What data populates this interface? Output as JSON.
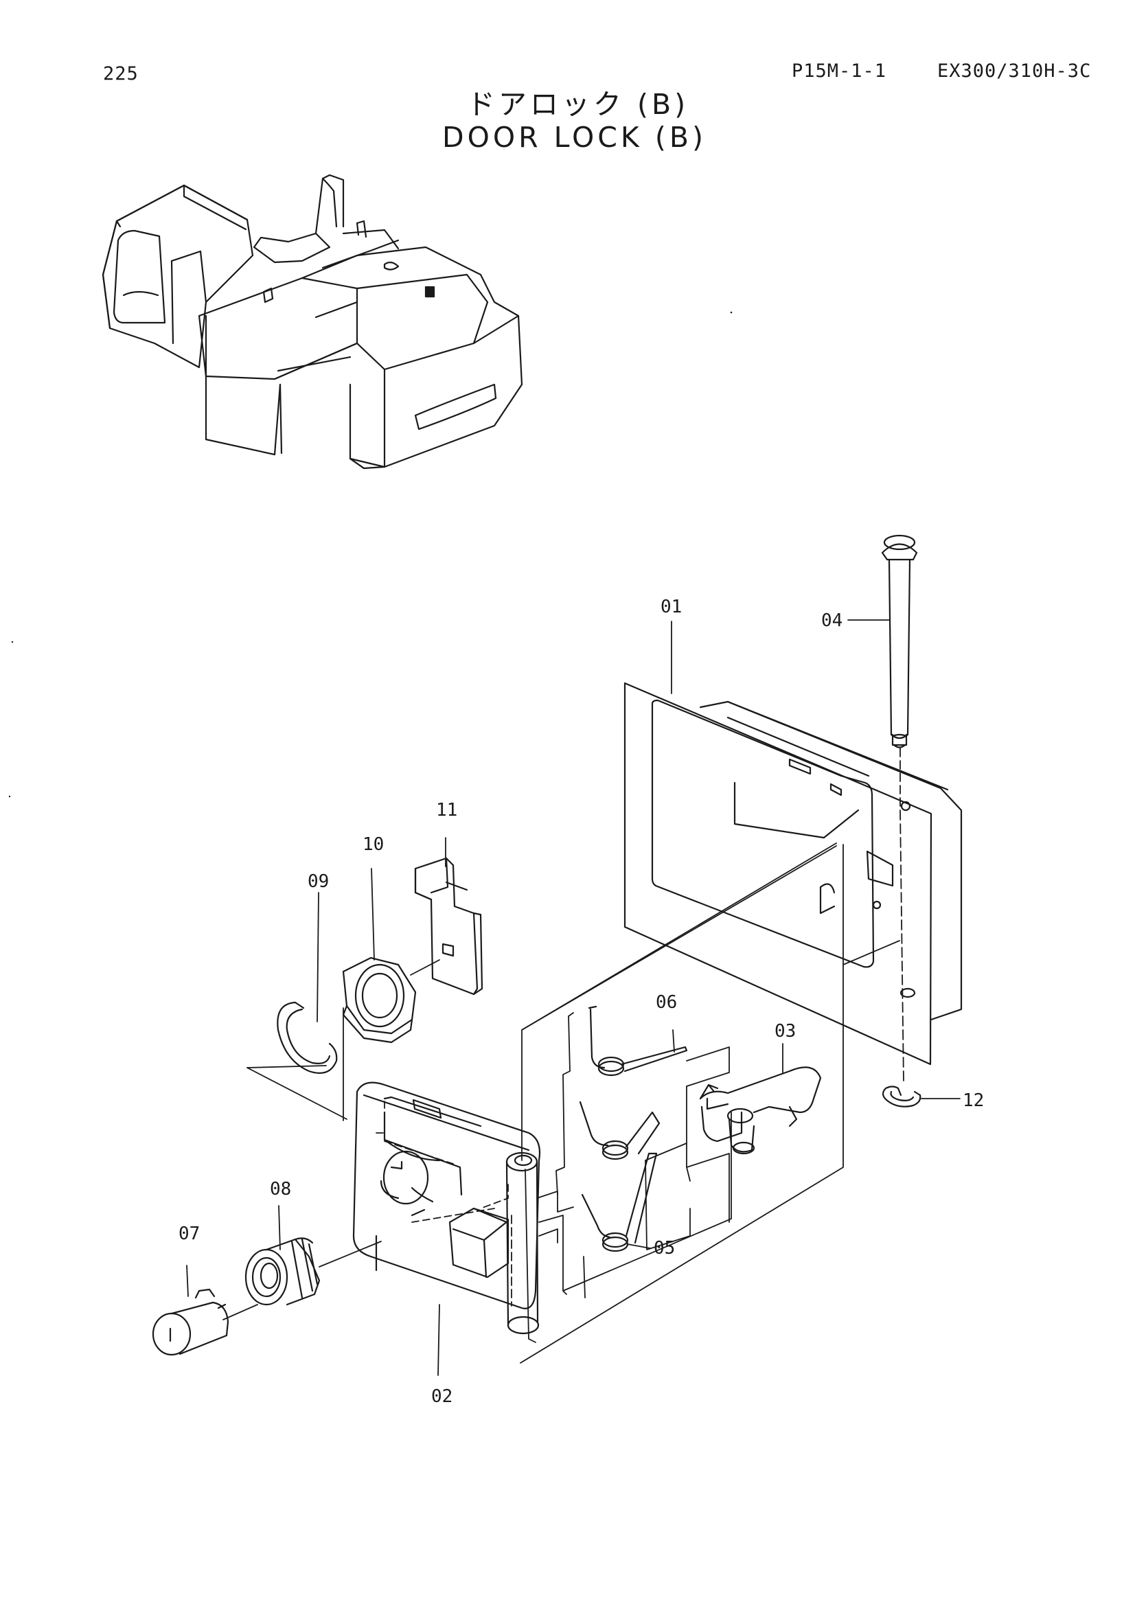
{
  "header": {
    "page_number": "225",
    "plate_code": "P15M-1-1",
    "model": "EX300/310H-3C"
  },
  "title": {
    "japanese": "ドアロック (B)",
    "english": "DOOR LOCK (B)"
  },
  "part_callouts": [
    "01",
    "02",
    "03",
    "04",
    "05",
    "06",
    "07",
    "08",
    "09",
    "10",
    "11",
    "12"
  ],
  "colors": {
    "ink": "#1a1a1a",
    "paper": "#ffffff"
  }
}
